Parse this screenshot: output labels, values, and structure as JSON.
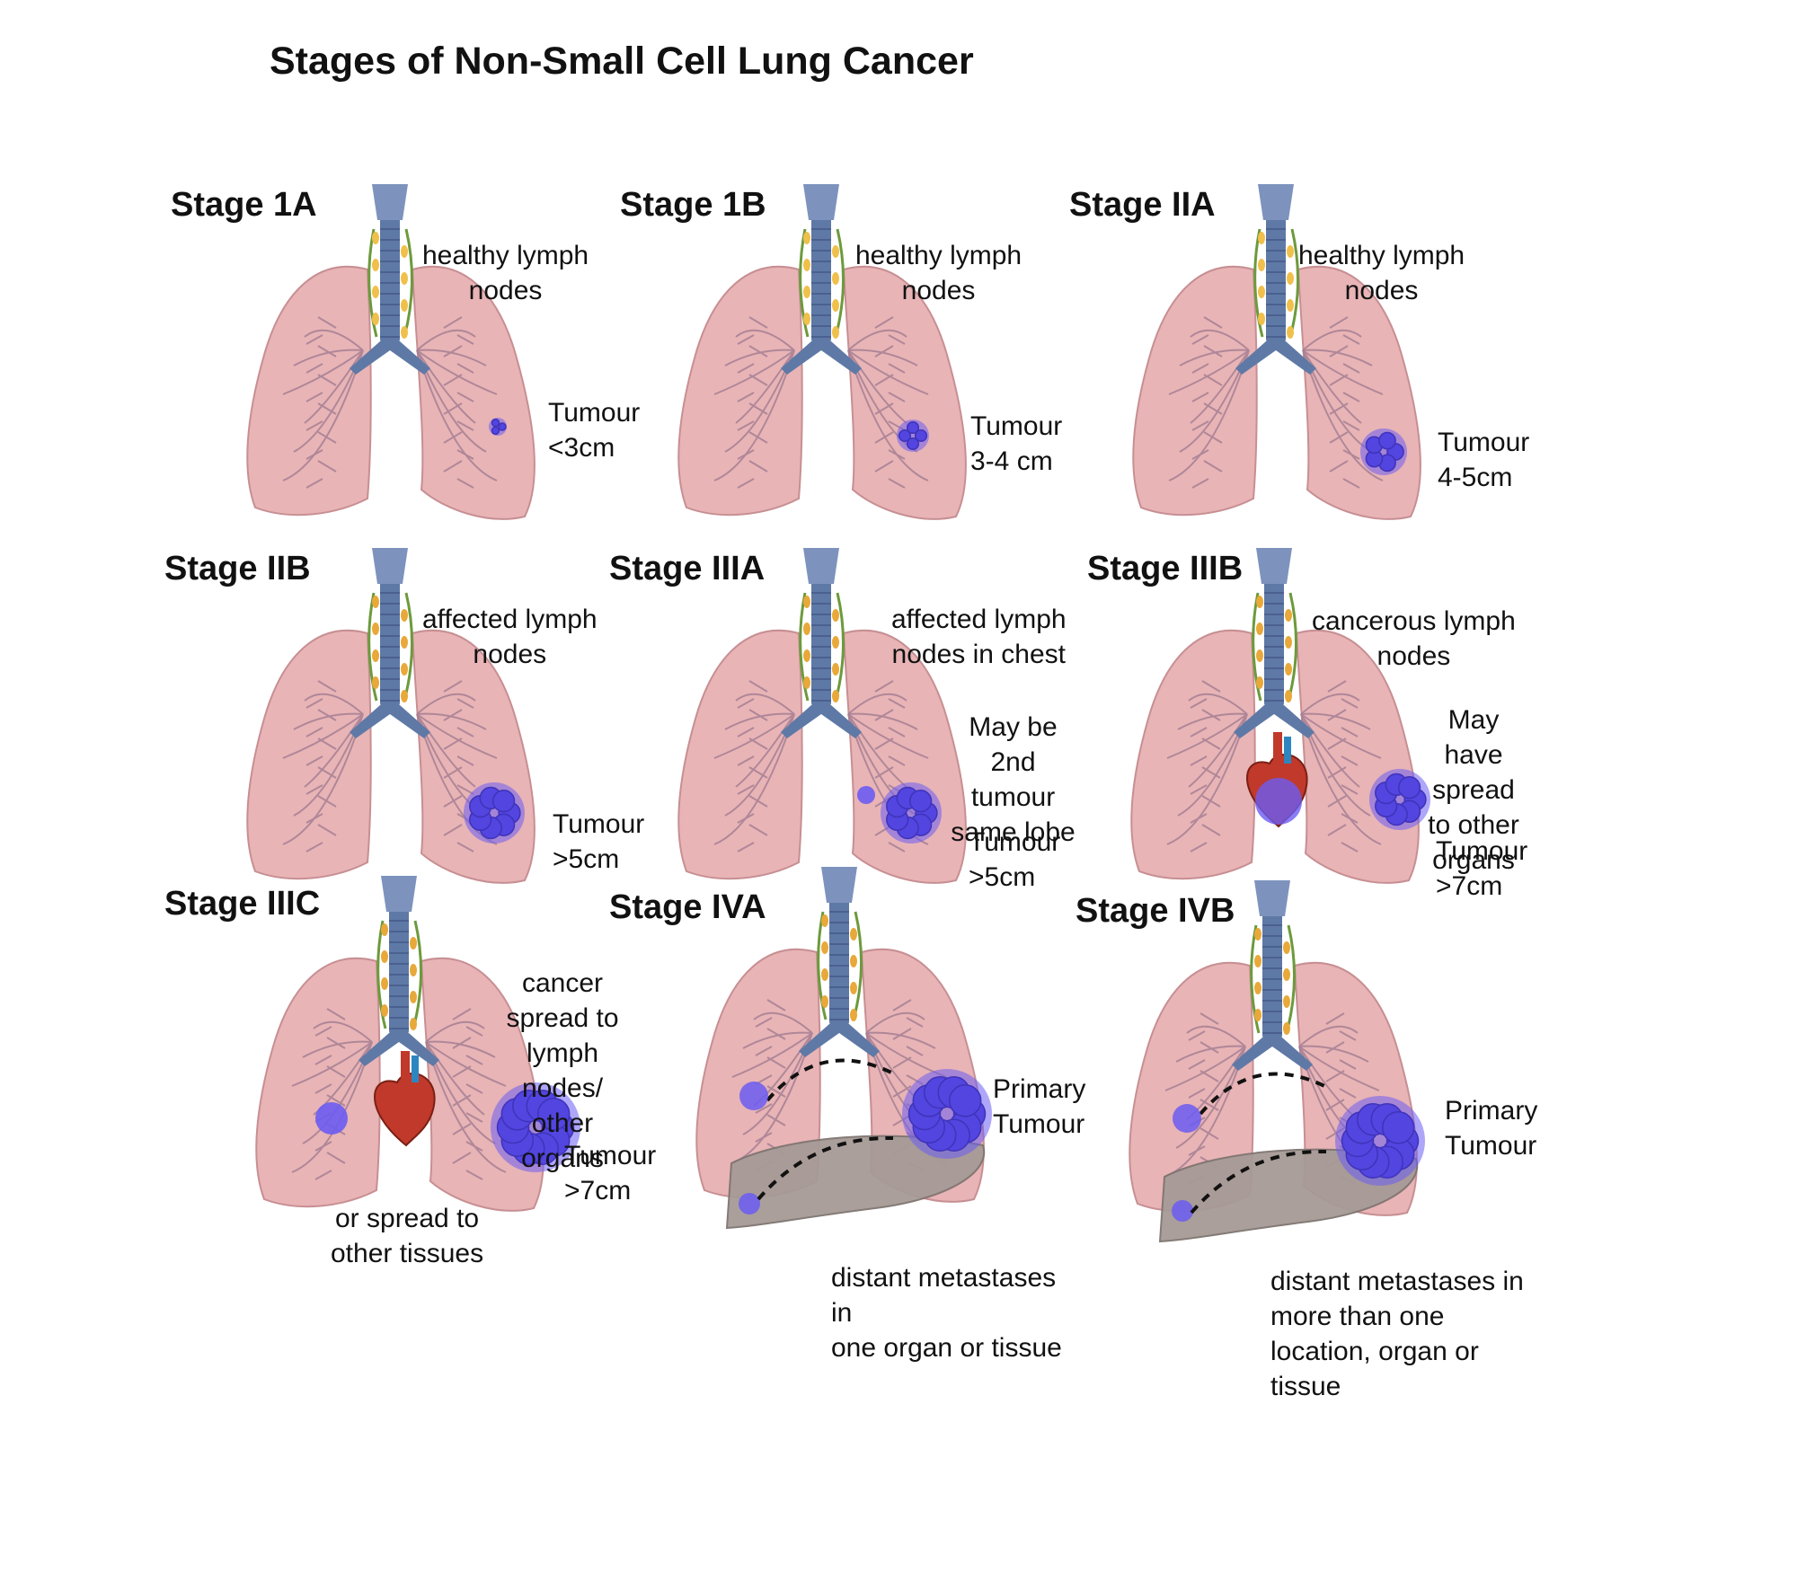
{
  "title": "Stages of Non-Small Cell Lung Cancer",
  "colors": {
    "lung": "#e8b4b6",
    "lung_stroke": "#c78f93",
    "airway": "#5f79a6",
    "node": "#f0c04c",
    "nerve": "#6c9a3c",
    "tumour": "#6b5cf2",
    "heart": "#c0392b",
    "liver": "#a69a96"
  },
  "panels": [
    {
      "stage": "Stage 1A",
      "lymph": "healthy lymph\nnodes",
      "tumour": "Tumour\n<3cm",
      "extra": "",
      "note": ""
    },
    {
      "stage": "Stage 1B",
      "lymph": "healthy lymph\nnodes",
      "tumour": "Tumour\n3-4 cm",
      "extra": "",
      "note": ""
    },
    {
      "stage": "Stage IIA",
      "lymph": "healthy lymph\nnodes",
      "tumour": "Tumour\n4-5cm",
      "extra": "",
      "note": ""
    },
    {
      "stage": "Stage IIB",
      "lymph": "affected lymph\nnodes",
      "tumour": "Tumour\n>5cm",
      "extra": "",
      "note": ""
    },
    {
      "stage": "Stage IIIA",
      "lymph": "affected lymph\nnodes in chest",
      "tumour": "Tumour\n>5cm",
      "extra": "May be 2nd\ntumour\nsame lobe",
      "note": ""
    },
    {
      "stage": "Stage IIIB",
      "lymph": "cancerous lymph\nnodes",
      "tumour": "Tumour\n>7cm",
      "extra": "May have\nspread to other\norgans",
      "note": ""
    },
    {
      "stage": "Stage IIIC",
      "lymph": "cancer spread to\nlymph nodes/\nother organs",
      "tumour": "Tumour\n>7cm",
      "extra": "or spread to\nother tissues",
      "note": ""
    },
    {
      "stage": "Stage IVA",
      "lymph": "",
      "tumour": "Primary\nTumour",
      "extra": "",
      "note": "distant metastases in\none organ or tissue"
    },
    {
      "stage": "Stage IVB",
      "lymph": "",
      "tumour": "Primary\nTumour",
      "extra": "",
      "note": "distant metastases in\nmore than one\nlocation, organ or\ntissue"
    }
  ]
}
